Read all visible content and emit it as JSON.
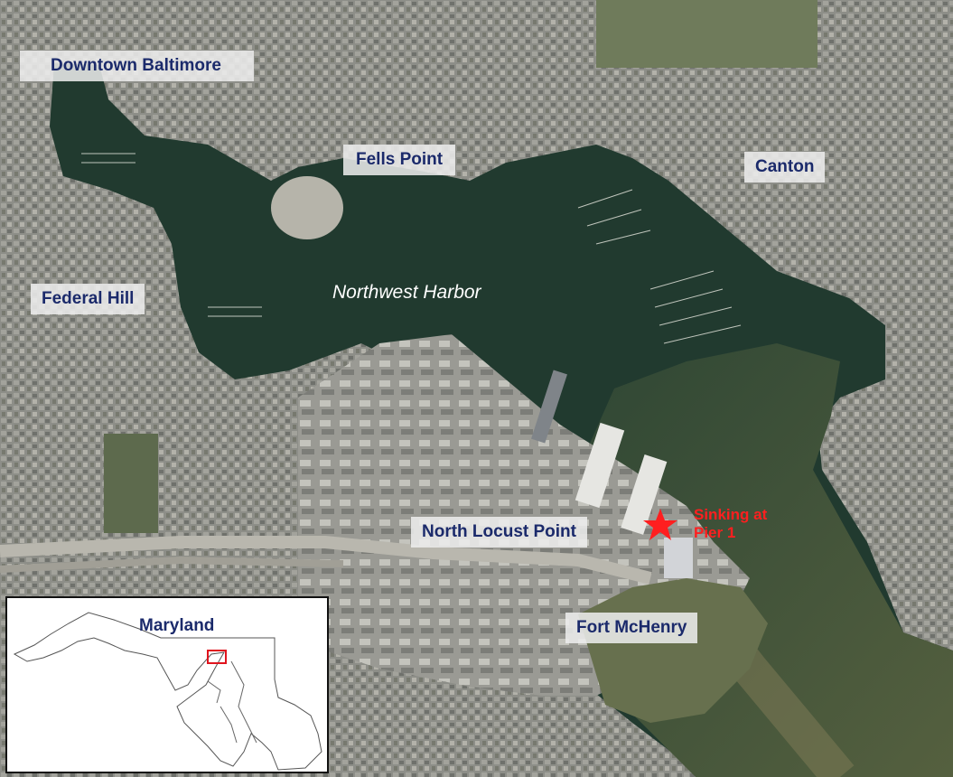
{
  "map": {
    "labels": {
      "downtown": "Downtown Baltimore",
      "fells_point": "Fells Point",
      "canton": "Canton",
      "federal_hill": "Federal Hill",
      "north_locust_point": "North Locust Point",
      "fort_mchenry": "Fort McHenry"
    },
    "water_label": "Northwest Harbor",
    "incident": {
      "label": "Sinking at\nPier 1",
      "marker": "star-icon",
      "color": "#ff1f1f"
    },
    "inset": {
      "title": "Maryland",
      "highlight_color": "#e0141e"
    },
    "colors": {
      "water_dark": "#1f3a2e",
      "water_open": "#3f5a3c",
      "land": "#8a8c86",
      "label_text": "#1b2a6b"
    }
  }
}
